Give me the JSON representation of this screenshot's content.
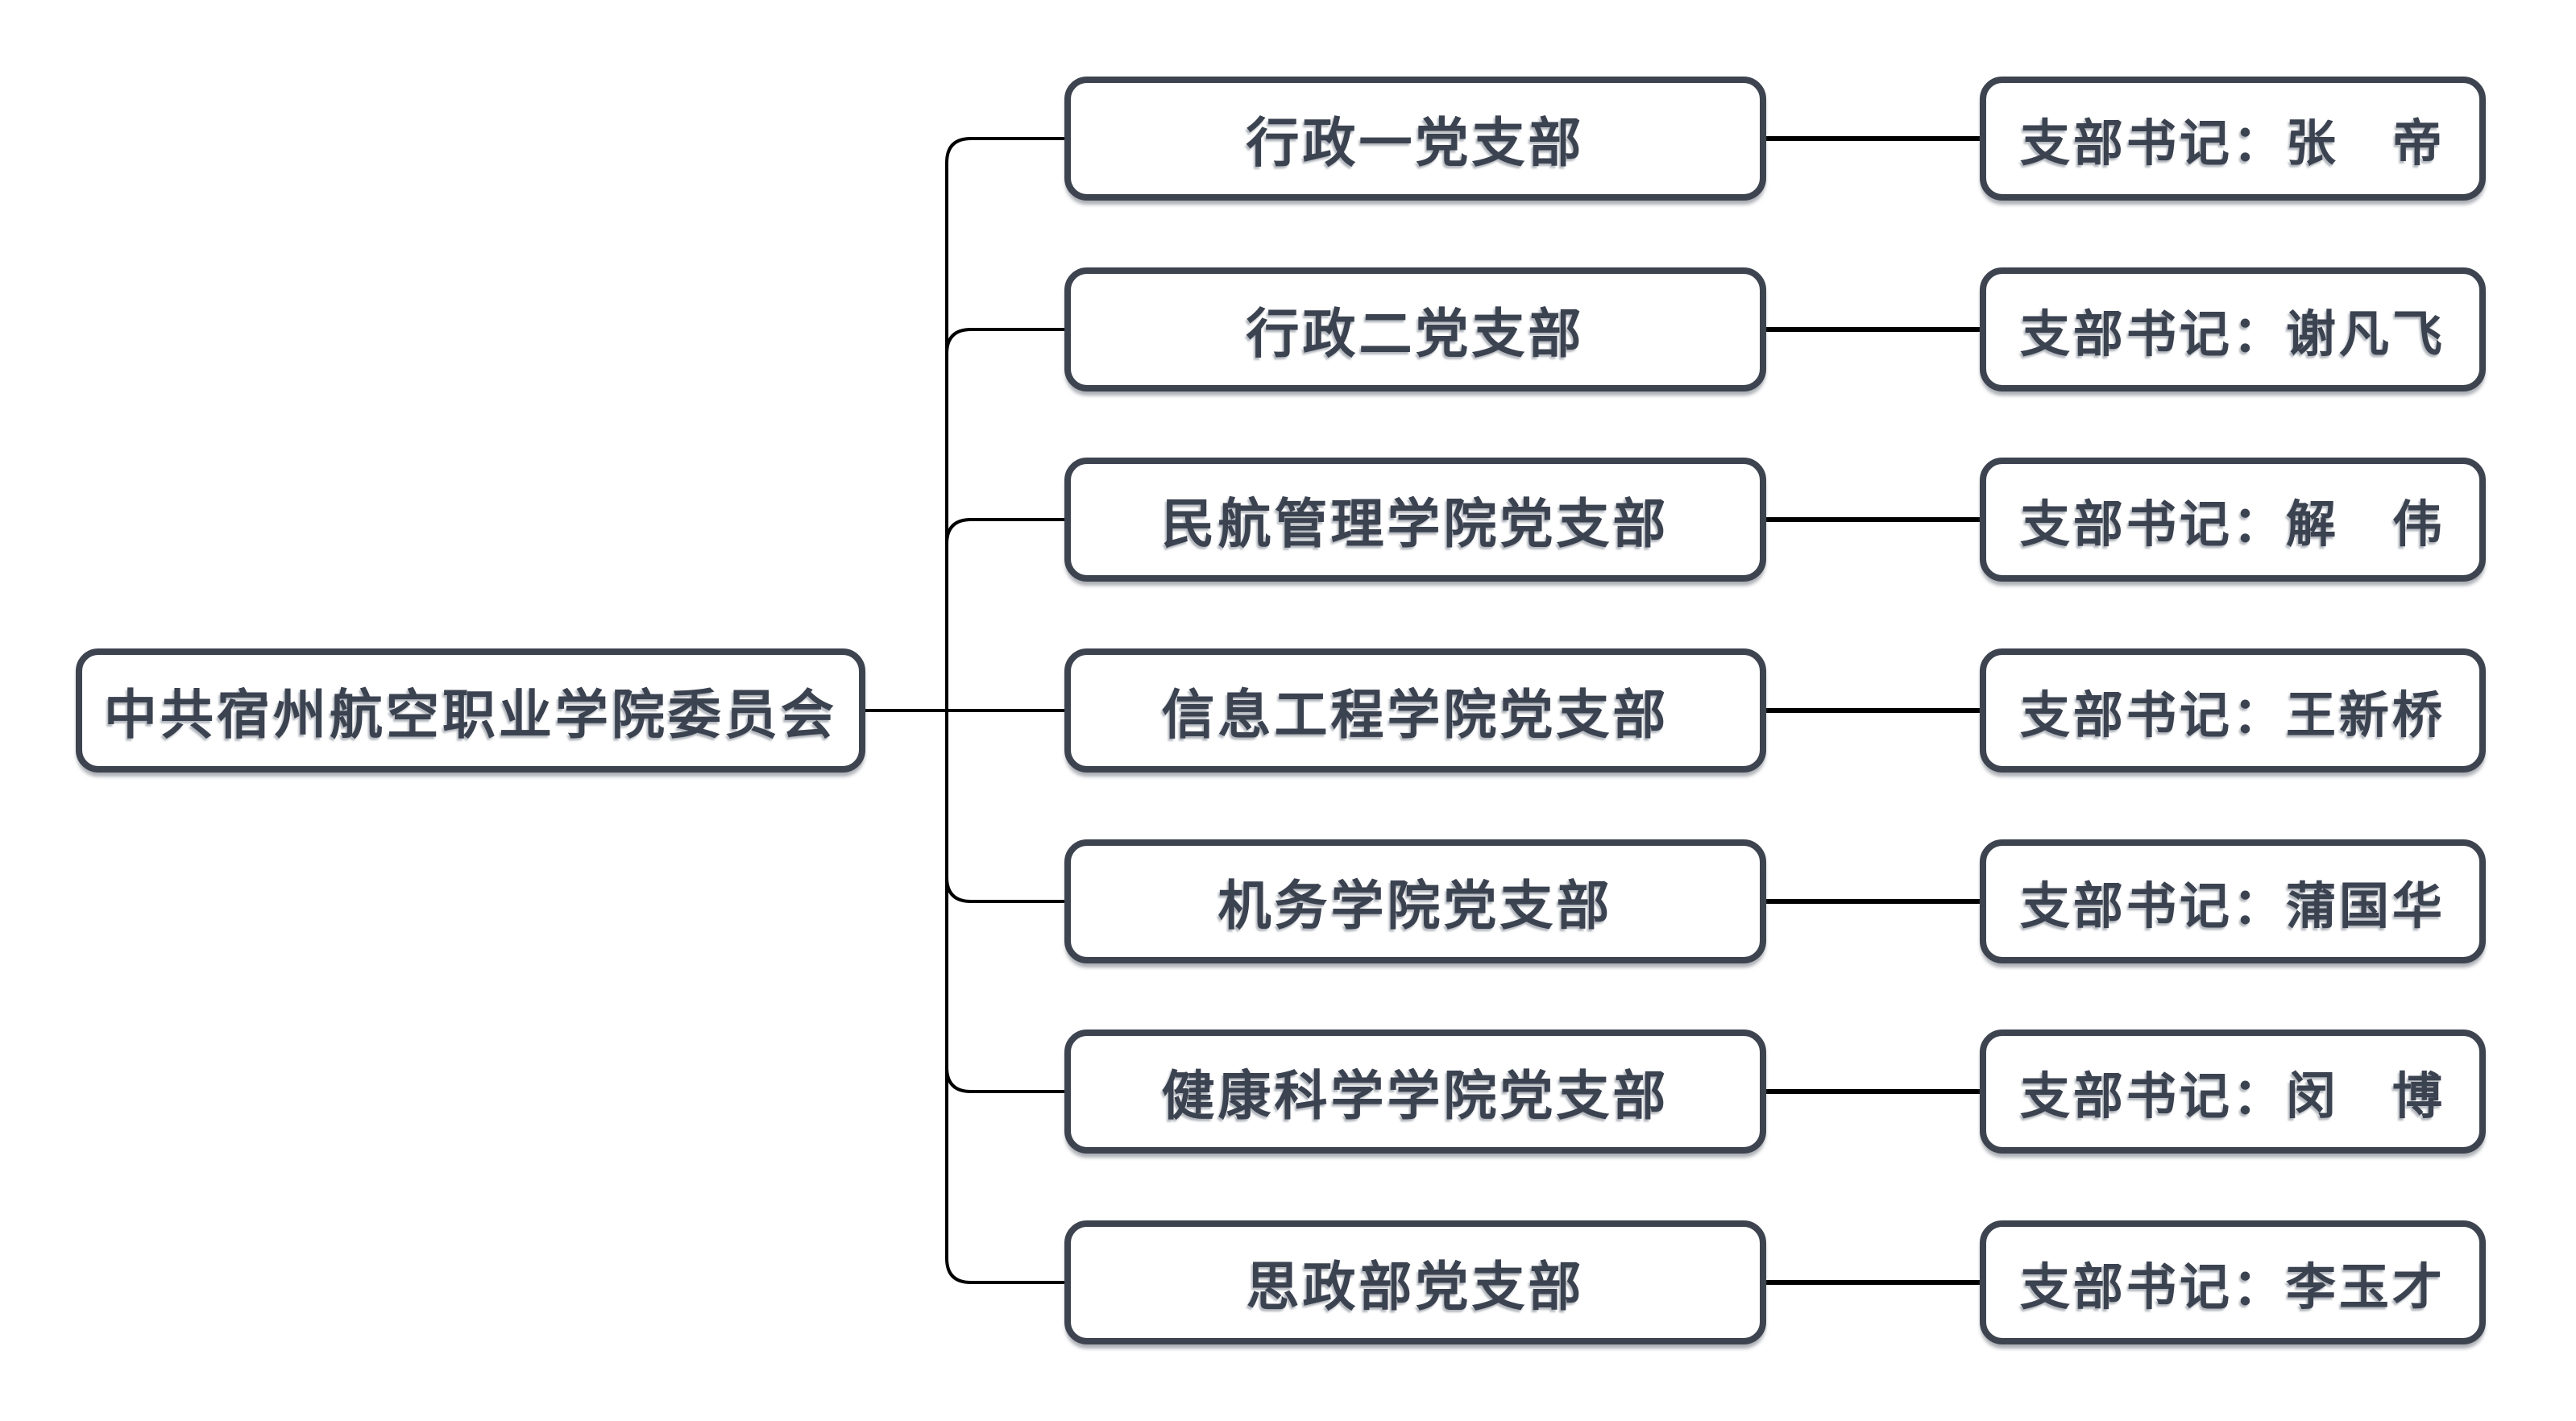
{
  "diagram": {
    "title_none": "",
    "root": {
      "label": "中共宿州航空职业学院委员会"
    },
    "rows": [
      {
        "branch": "行政一党支部",
        "secretary": "支部书记：张　帝"
      },
      {
        "branch": "行政二党支部",
        "secretary": "支部书记：谢凡飞"
      },
      {
        "branch": "民航管理学院党支部",
        "secretary": "支部书记：解　伟"
      },
      {
        "branch": "信息工程学院党支部",
        "secretary": "支部书记：王新桥"
      },
      {
        "branch": "机务学院党支部",
        "secretary": "支部书记：蒲国华"
      },
      {
        "branch": "健康科学学院党支部",
        "secretary": "支部书记：闵　博"
      },
      {
        "branch": "思政部党支部",
        "secretary": "支部书记：李玉才"
      }
    ],
    "colors": {
      "background": "#ffffff",
      "box_border": "#3d4450",
      "text": "#3b4250",
      "connector": "#000000"
    }
  }
}
